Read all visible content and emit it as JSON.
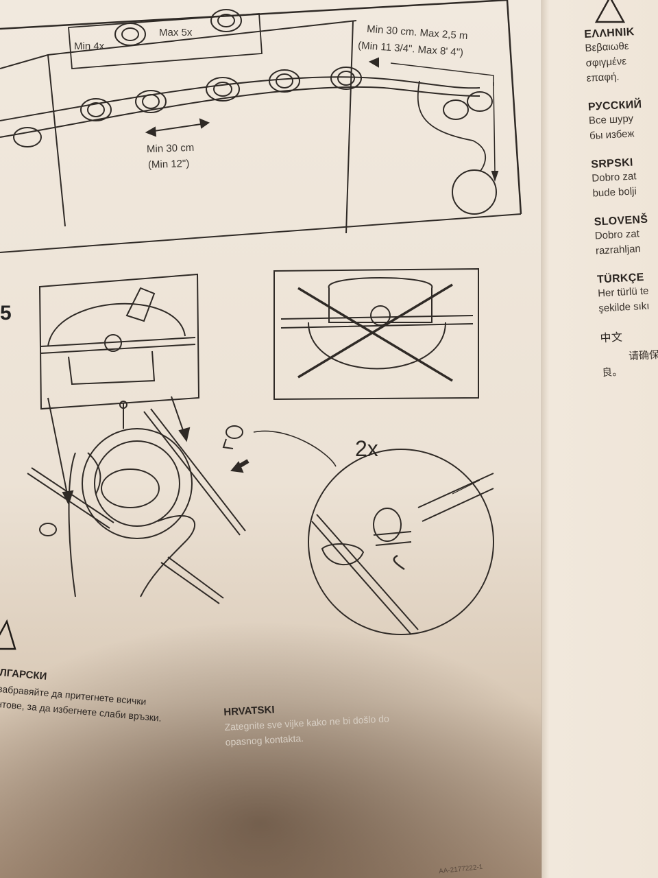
{
  "diagram_top": {
    "min_count": "Min 4x",
    "max_count": "Max 5x",
    "spacing_metric": "Min 30 cm",
    "spacing_imperial": "(Min 12\")",
    "length_metric": "Min 30 cm. Max 2,5 m",
    "length_imperial": "(Min 11 3/4\". Max 8' 4\")"
  },
  "step": {
    "number": "5",
    "repeat": "2x"
  },
  "languages": [
    {
      "heading": "ΕΛΛΗΝΙΚ",
      "lines": [
        "Βεβαιωθε",
        "σφιγμένε",
        "επαφή."
      ]
    },
    {
      "heading": "РУССКИЙ",
      "lines": [
        "Все шуру",
        "бы избеж"
      ]
    },
    {
      "heading": "SRPSKI",
      "lines": [
        "Dobro zat",
        "bude bolji"
      ]
    },
    {
      "heading": "SLOVENŠ",
      "lines": [
        "Dobro zat",
        "razrahljan"
      ]
    },
    {
      "heading": "TÜRKÇE",
      "lines": [
        "Her türlü te",
        "şekilde sıkı"
      ]
    },
    {
      "heading": "中文",
      "lines": [
        "请确保",
        "良。"
      ]
    }
  ],
  "bottom": {
    "bulgarian_heading": "ЛГАРСКИ",
    "bulgarian_lines": [
      "забравяйте да притегнете всички",
      "нтове, за да избегнете слаби връзки."
    ],
    "croatian_heading": "HRVATSKI",
    "croatian_lines": [
      "Zategnite sve vijke kako ne bi došlo do",
      "opasnog kontakta."
    ],
    "doc_code": "AA-2177222-1"
  },
  "colors": {
    "ink": "#2b2622",
    "paper": "#efe6da"
  }
}
